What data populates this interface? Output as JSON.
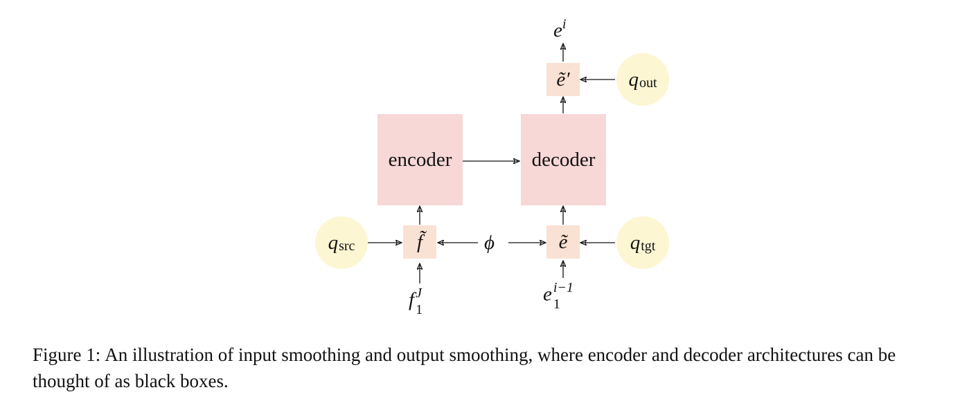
{
  "diagram": {
    "encoder_label": "encoder",
    "decoder_label": "decoder",
    "f_tilde_symbol": "f̃",
    "e_tilde_symbol": "ẽ",
    "e_tilde_prime_symbol": "ẽ′",
    "phi_symbol": "ϕ",
    "q_src": {
      "base": "q",
      "sub": "src"
    },
    "q_tgt": {
      "base": "q",
      "sub": "tgt"
    },
    "q_out": {
      "base": "q",
      "sub": "out"
    },
    "f1J": {
      "base": "f",
      "sub": "1",
      "sup": "J"
    },
    "e1im1": {
      "base": "e",
      "sub": "1",
      "sup": "i−1"
    },
    "ei": {
      "base": "e",
      "sup": "i"
    }
  },
  "caption": {
    "label": "Figure 1:",
    "text": "An illustration of input smoothing and output smoothing, where encoder and decoder architectures can be thought of as black boxes."
  }
}
